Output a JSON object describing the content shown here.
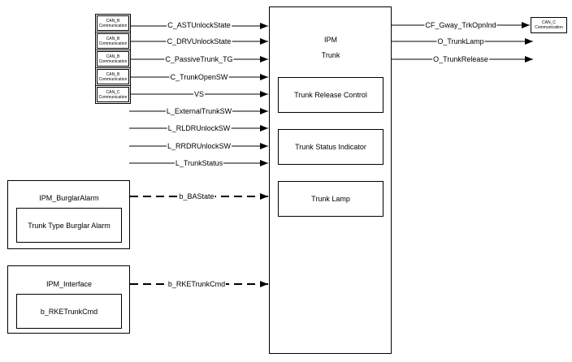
{
  "ipm": {
    "title": "IPM",
    "subtitle": "Trunk",
    "functions": [
      "Trunk Release Control",
      "Trunk Status Indicator",
      "Trunk Lamp"
    ]
  },
  "inputs": [
    {
      "source": [
        "CAN_B",
        "Communication"
      ],
      "signal": "C_ASTUnlockState"
    },
    {
      "source": [
        "CAN_B",
        "Communication"
      ],
      "signal": "C_DRVUnlockState"
    },
    {
      "source": [
        "CAN_B",
        "Communication"
      ],
      "signal": "C_PassiveTrunk_TG"
    },
    {
      "source": [
        "CAN_B",
        "Communication"
      ],
      "signal": "C_TrunkOpenSW"
    },
    {
      "source": [
        "CAN_C",
        "Communication"
      ],
      "signal": "VS"
    },
    {
      "source": null,
      "signal": "L_ExternalTrunkSW"
    },
    {
      "source": null,
      "signal": "L_RLDRUnlockSW"
    },
    {
      "source": null,
      "signal": "L_RRDRUnlockSW"
    },
    {
      "source": null,
      "signal": "L_TrunkStatus"
    }
  ],
  "outputs": [
    {
      "signal": "CF_Gway_TrkOpnInd",
      "target": [
        "CAN_C",
        "Communication"
      ]
    },
    {
      "signal": "O_TrunkLamp",
      "target": null
    },
    {
      "signal": "O_TrunkRelease",
      "target": null
    }
  ],
  "modules": [
    {
      "name": "IPM_BurglarAlarm",
      "inner": "Trunk Type Burglar Alarm",
      "signal": "b_BAState"
    },
    {
      "name": "IPM_Interface",
      "inner": "b_RKETrunkCmd",
      "signal": "b_RKETrunkCmd"
    }
  ]
}
